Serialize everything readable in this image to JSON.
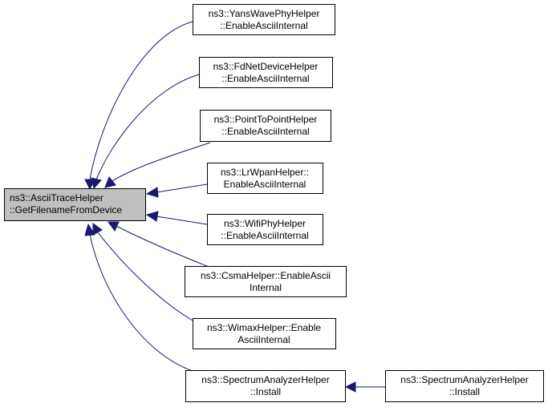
{
  "root": {
    "lines": [
      "ns3::AsciiTraceHelper",
      "::GetFilenameFromDevice"
    ]
  },
  "callers": [
    {
      "id": "yans-wave-phy-helper",
      "lines": [
        "ns3::YansWavePhyHelper",
        "::EnableAsciiInternal"
      ]
    },
    {
      "id": "fd-net-device-helper",
      "lines": [
        "ns3::FdNetDeviceHelper",
        "::EnableAsciiInternal"
      ]
    },
    {
      "id": "point-to-point-helper",
      "lines": [
        "ns3::PointToPointHelper",
        "::EnableAsciiInternal"
      ]
    },
    {
      "id": "lr-wpan-helper",
      "lines": [
        "ns3::LrWpanHelper::",
        "EnableAsciiInternal"
      ]
    },
    {
      "id": "wifi-phy-helper",
      "lines": [
        "ns3::WifiPhyHelper",
        "::EnableAsciiInternal"
      ]
    },
    {
      "id": "csma-helper",
      "lines": [
        "ns3::CsmaHelper::EnableAscii",
        "Internal"
      ]
    },
    {
      "id": "wimax-helper",
      "lines": [
        "ns3::WimaxHelper::Enable",
        "AsciiInternal"
      ]
    },
    {
      "id": "spectrum-analyzer-helper-install-a",
      "lines": [
        "ns3::SpectrumAnalyzerHelper",
        "::Install"
      ]
    },
    {
      "id": "spectrum-analyzer-helper-install-b",
      "lines": [
        "ns3::SpectrumAnalyzerHelper",
        "::Install"
      ]
    }
  ],
  "colors": {
    "edge": "#191970",
    "root_fill": "#bfbfbf",
    "node_fill": "#ffffff",
    "node_stroke": "#000000"
  }
}
